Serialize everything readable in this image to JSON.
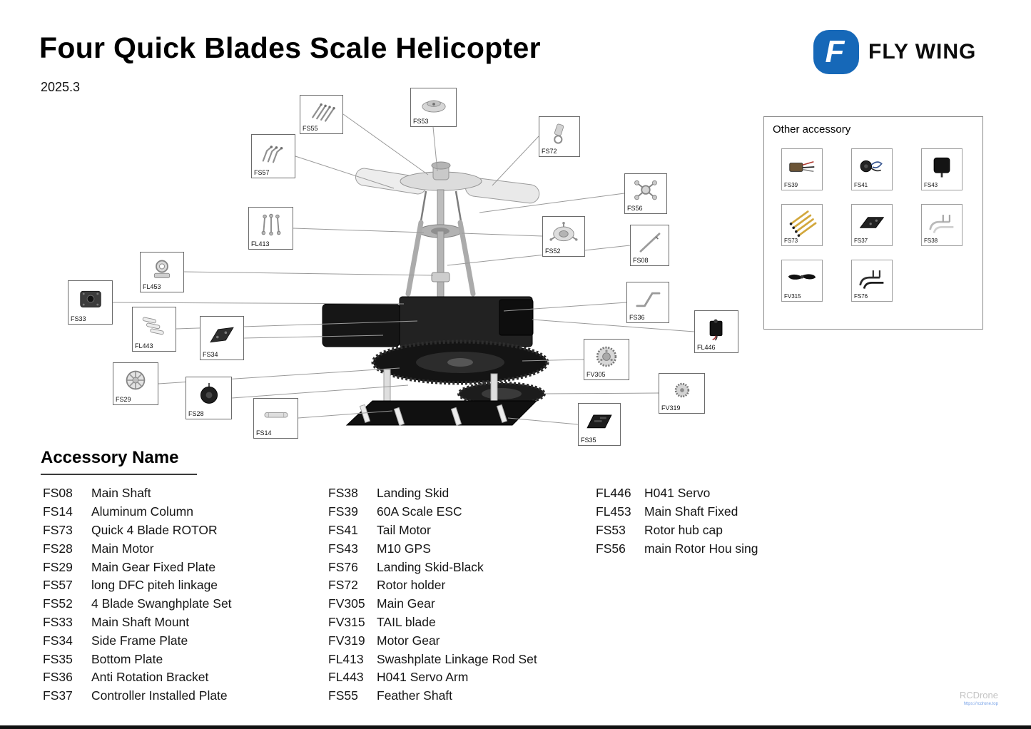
{
  "header": {
    "title": "Four Quick Blades Scale Helicopter",
    "date": "2025.3"
  },
  "brand": {
    "name": "FLY WING",
    "logo_letter": "F",
    "logo_color": "#1668b8"
  },
  "other_accessory": {
    "title": "Other accessory",
    "items": [
      {
        "label": "FS39"
      },
      {
        "label": "FS41"
      },
      {
        "label": "FS43"
      },
      {
        "label": "FS73"
      },
      {
        "label": "FS37"
      },
      {
        "label": "FS38"
      },
      {
        "label": "FV315"
      },
      {
        "label": "FS76"
      }
    ]
  },
  "callouts": {
    "fs55": "FS55",
    "fs53": "FS53",
    "fs72": "FS72",
    "fs57": "FS57",
    "fs56": "FS56",
    "fl413": "FL413",
    "fs52": "FS52",
    "fs08": "FS08",
    "fl453": "FL453",
    "fs33": "FS33",
    "fs36": "FS36",
    "fl443": "FL443",
    "fs34": "FS34",
    "fl446": "FL446",
    "fs29": "FS29",
    "fv305": "FV305",
    "fs28": "FS28",
    "fv319": "FV319",
    "fs14": "FS14",
    "fs35": "FS35"
  },
  "accessory_list": {
    "heading": "Accessory Name",
    "col1": [
      {
        "code": "FS08",
        "name": "Main Shaft"
      },
      {
        "code": "FS14",
        "name": "Aluminum Column"
      },
      {
        "code": "FS73",
        "name": "Quick 4 Blade ROTOR"
      },
      {
        "code": "FS28",
        "name": "Main Motor"
      },
      {
        "code": "FS29",
        "name": "Main Gear Fixed Plate"
      },
      {
        "code": "FS57",
        "name": "long DFC piteh linkage"
      },
      {
        "code": "FS52",
        "name": "4 Blade Swanghplate Set"
      },
      {
        "code": "FS33",
        "name": "Main Shaft Mount"
      },
      {
        "code": "FS34",
        "name": "Side Frame Plate"
      },
      {
        "code": "FS35",
        "name": "Bottom Plate"
      },
      {
        "code": "FS36",
        "name": "Anti Rotation Bracket"
      },
      {
        "code": "FS37",
        "name": "Controller Installed Plate"
      }
    ],
    "col2": [
      {
        "code": "FS38",
        "name": "Landing Skid"
      },
      {
        "code": "FS39",
        "name": "60A Scale ESC"
      },
      {
        "code": "FS41",
        "name": "Tail Motor"
      },
      {
        "code": "FS43",
        "name": "M10 GPS"
      },
      {
        "code": "FS76",
        "name": "Landing Skid-Black"
      },
      {
        "code": "FS72",
        "name": "Rotor holder"
      },
      {
        "code": "FV305",
        "name": "Main Gear"
      },
      {
        "code": "FV315",
        "name": "TAIL blade"
      },
      {
        "code": "FV319",
        "name": "Motor Gear"
      },
      {
        "code": "FL413",
        "name": "Swashplate Linkage Rod Set"
      },
      {
        "code": "FL443",
        "name": "H041 Servo Arm"
      },
      {
        "code": "FS55",
        "name": "Feather Shaft"
      }
    ],
    "col3": [
      {
        "code": "FL446",
        "name": "H041 Servo"
      },
      {
        "code": "FL453",
        "name": "Main Shaft Fixed"
      },
      {
        "code": "FS53",
        "name": "Rotor hub cap"
      },
      {
        "code": "FS56",
        "name": "main Rotor Hou sing"
      }
    ]
  },
  "watermark": {
    "text": "RCDrone",
    "link": "https://rcdrone.top"
  }
}
